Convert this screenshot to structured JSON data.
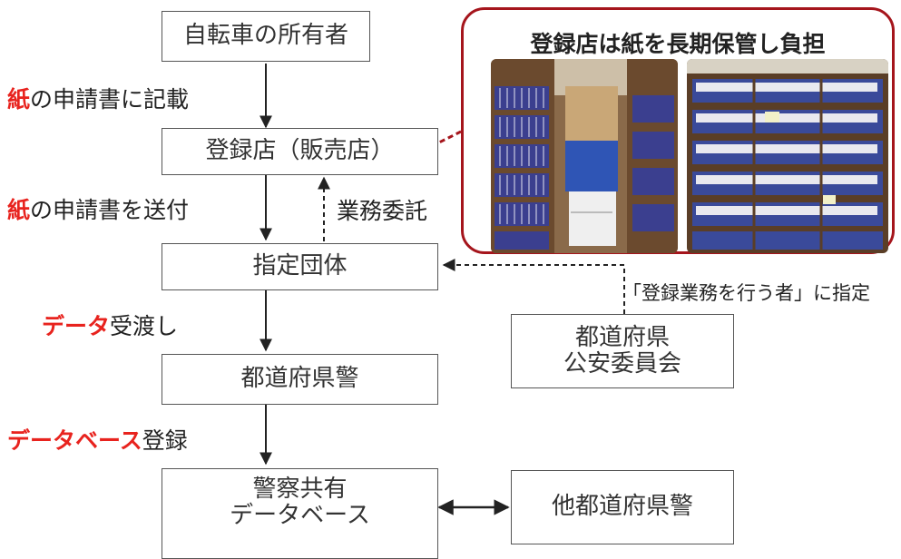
{
  "boxes": {
    "owner": "自転車の所有者",
    "registration_store": "登録店（販売店）",
    "designated_org": "指定団体",
    "prefectural_police": "都道府県警",
    "police_db_line1": "警察共有",
    "police_db_line2": "データベース",
    "public_safety_line1": "都道府県",
    "public_safety_line2": "公安委員会",
    "other_police": "他都道府県警"
  },
  "labels": {
    "step1_red": "紙",
    "step1_rest": "の申請書に記載",
    "step2_red": "紙",
    "step2_rest": "の申請書を送付",
    "outsourcing": "業務委託",
    "step3_red": "データ",
    "step3_rest": "受渡し",
    "step4_red": "データベース",
    "step4_rest": "登録",
    "designation": "「登録業務を行う者」に指定"
  },
  "panel": {
    "title": "登録店は紙を長期保管し負担",
    "border_color": "#a5151c"
  },
  "colors": {
    "highlight_red": "#e8231e",
    "line": "#333333"
  }
}
